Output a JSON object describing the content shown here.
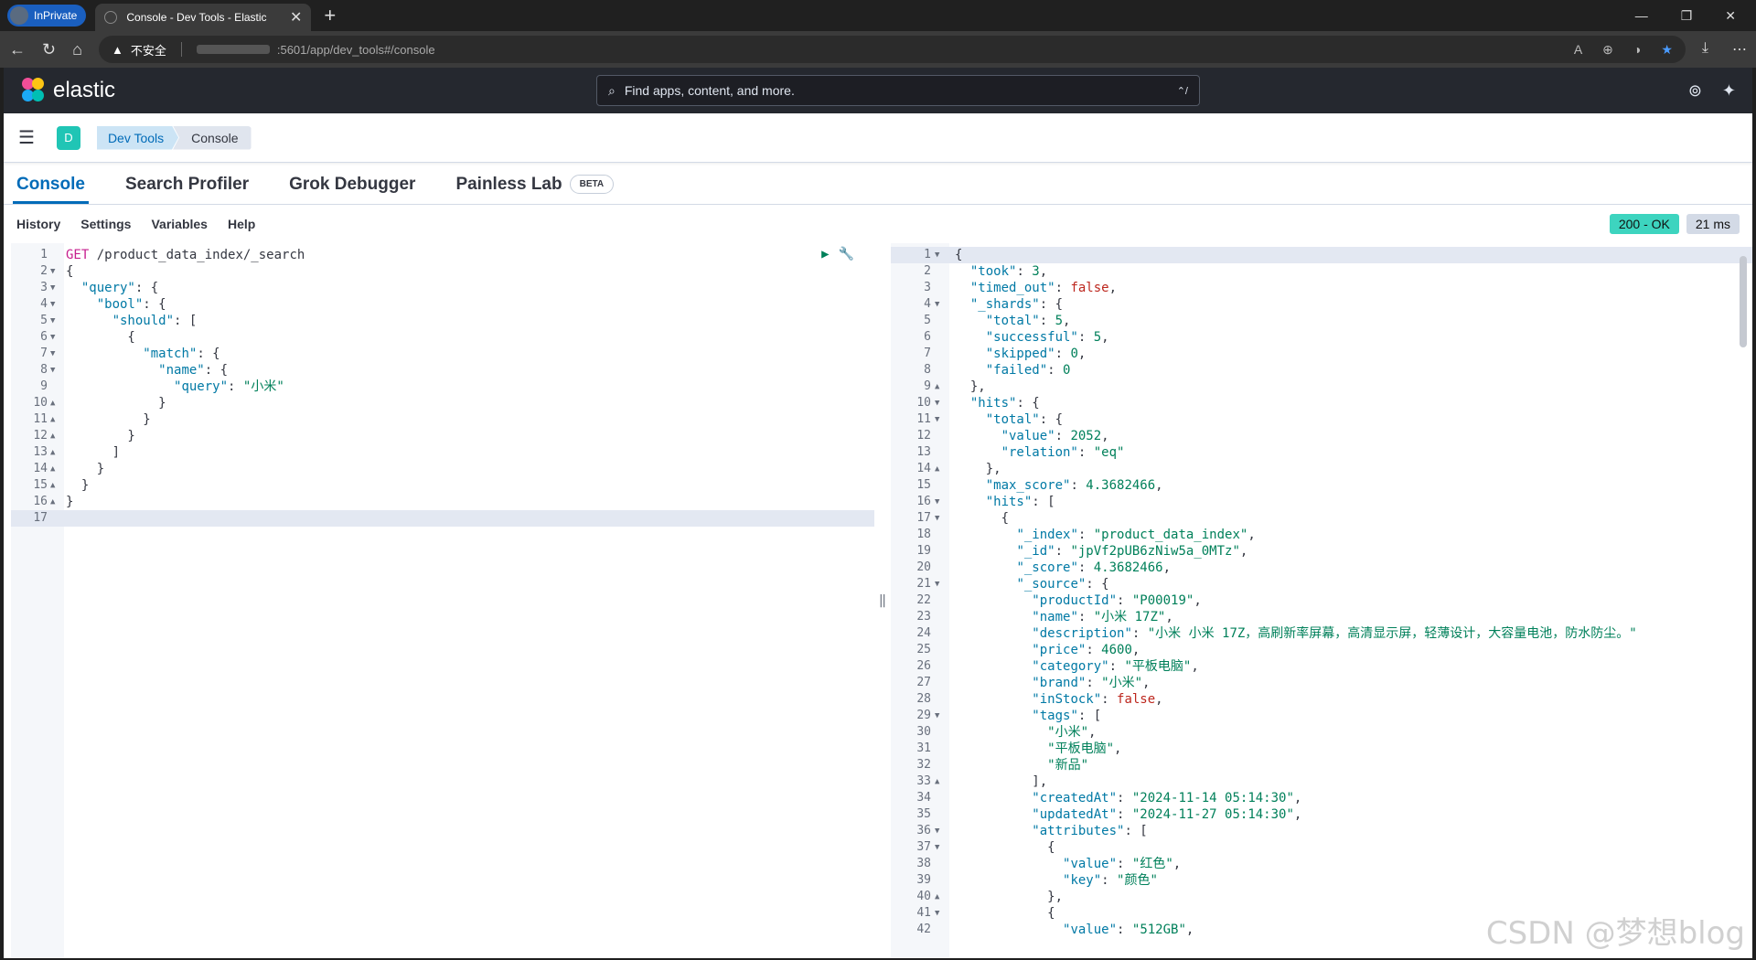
{
  "browser": {
    "inprivate": "InPrivate",
    "tab_title": "Console - Dev Tools - Elastic",
    "insecure": "不安全",
    "url": ":5601/app/dev_tools#/console"
  },
  "kibana": {
    "brand": "elastic",
    "search_placeholder": "Find apps, content, and more.",
    "search_shortcut": "⌃/",
    "space_initial": "D",
    "breadcrumbs": [
      "Dev Tools",
      "Console"
    ]
  },
  "tabs": [
    "Console",
    "Search Profiler",
    "Grok Debugger",
    "Painless Lab"
  ],
  "beta": "BETA",
  "subnav": [
    "History",
    "Settings",
    "Variables",
    "Help"
  ],
  "status": {
    "code": "200 - OK",
    "time": "21 ms"
  },
  "request_lines": [
    "GET /product_data_index/_search",
    "{",
    "  \"query\": {",
    "    \"bool\": {",
    "      \"should\": [",
    "        {",
    "          \"match\": {",
    "            \"name\": {",
    "              \"query\": \"小米\"",
    "            }",
    "          }",
    "        }",
    "      ]",
    "    }",
    "  }",
    "}",
    ""
  ],
  "response_lines": [
    "{",
    "  \"took\": 3,",
    "  \"timed_out\": false,",
    "  \"_shards\": {",
    "    \"total\": 5,",
    "    \"successful\": 5,",
    "    \"skipped\": 0,",
    "    \"failed\": 0",
    "  },",
    "  \"hits\": {",
    "    \"total\": {",
    "      \"value\": 2052,",
    "      \"relation\": \"eq\"",
    "    },",
    "    \"max_score\": 4.3682466,",
    "    \"hits\": [",
    "      {",
    "        \"_index\": \"product_data_index\",",
    "        \"_id\": \"jpVf2pUB6zNiw5a_0MTz\",",
    "        \"_score\": 4.3682466,",
    "        \"_source\": {",
    "          \"productId\": \"P00019\",",
    "          \"name\": \"小米 17Z\",",
    "          \"description\": \"小米 小米 17Z，高刷新率屏幕，高清显示屏，轻薄设计，大容量电池，防水防尘。\"",
    "          \"price\": 4600,",
    "          \"category\": \"平板电脑\",",
    "          \"brand\": \"小米\",",
    "          \"inStock\": false,",
    "          \"tags\": [",
    "            \"小米\",",
    "            \"平板电脑\",",
    "            \"新品\"",
    "          ],",
    "          \"createdAt\": \"2024-11-14 05:14:30\",",
    "          \"updatedAt\": \"2024-11-27 05:14:30\",",
    "          \"attributes\": [",
    "            {",
    "              \"value\": \"红色\",",
    "              \"key\": \"颜色\"",
    "            },",
    "            {",
    "              \"value\": \"512GB\","
  ],
  "watermark": "CSDN @梦想blog"
}
